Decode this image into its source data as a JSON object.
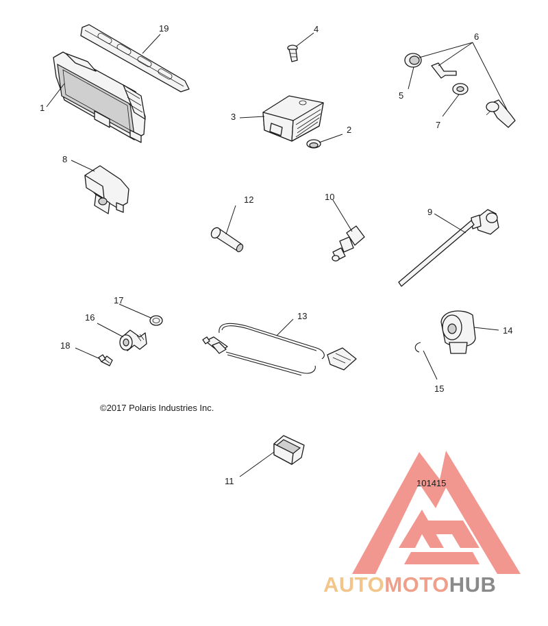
{
  "copyright": "©2017 Polaris Industries Inc.",
  "figure_number": "101415",
  "callouts": [
    {
      "id": "1",
      "label": "1"
    },
    {
      "id": "2",
      "label": "2"
    },
    {
      "id": "3",
      "label": "3"
    },
    {
      "id": "4",
      "label": "4"
    },
    {
      "id": "5",
      "label": "5"
    },
    {
      "id": "6",
      "label": "6"
    },
    {
      "id": "7",
      "label": "7"
    },
    {
      "id": "8",
      "label": "8"
    },
    {
      "id": "9",
      "label": "9"
    },
    {
      "id": "10",
      "label": "10"
    },
    {
      "id": "11",
      "label": "11"
    },
    {
      "id": "12",
      "label": "12"
    },
    {
      "id": "13",
      "label": "13"
    },
    {
      "id": "14",
      "label": "14"
    },
    {
      "id": "15",
      "label": "15"
    },
    {
      "id": "16",
      "label": "16"
    },
    {
      "id": "17",
      "label": "17"
    },
    {
      "id": "18",
      "label": "18"
    },
    {
      "id": "19",
      "label": "19"
    }
  ],
  "watermark": {
    "part1": "AUTO",
    "part2": "MOTO",
    "part3": "HUB",
    "color_triangle": "#f0857c",
    "color_auto": "#f2c58a",
    "color_moto": "#f0a08a",
    "color_hub": "#8a8a8a"
  }
}
